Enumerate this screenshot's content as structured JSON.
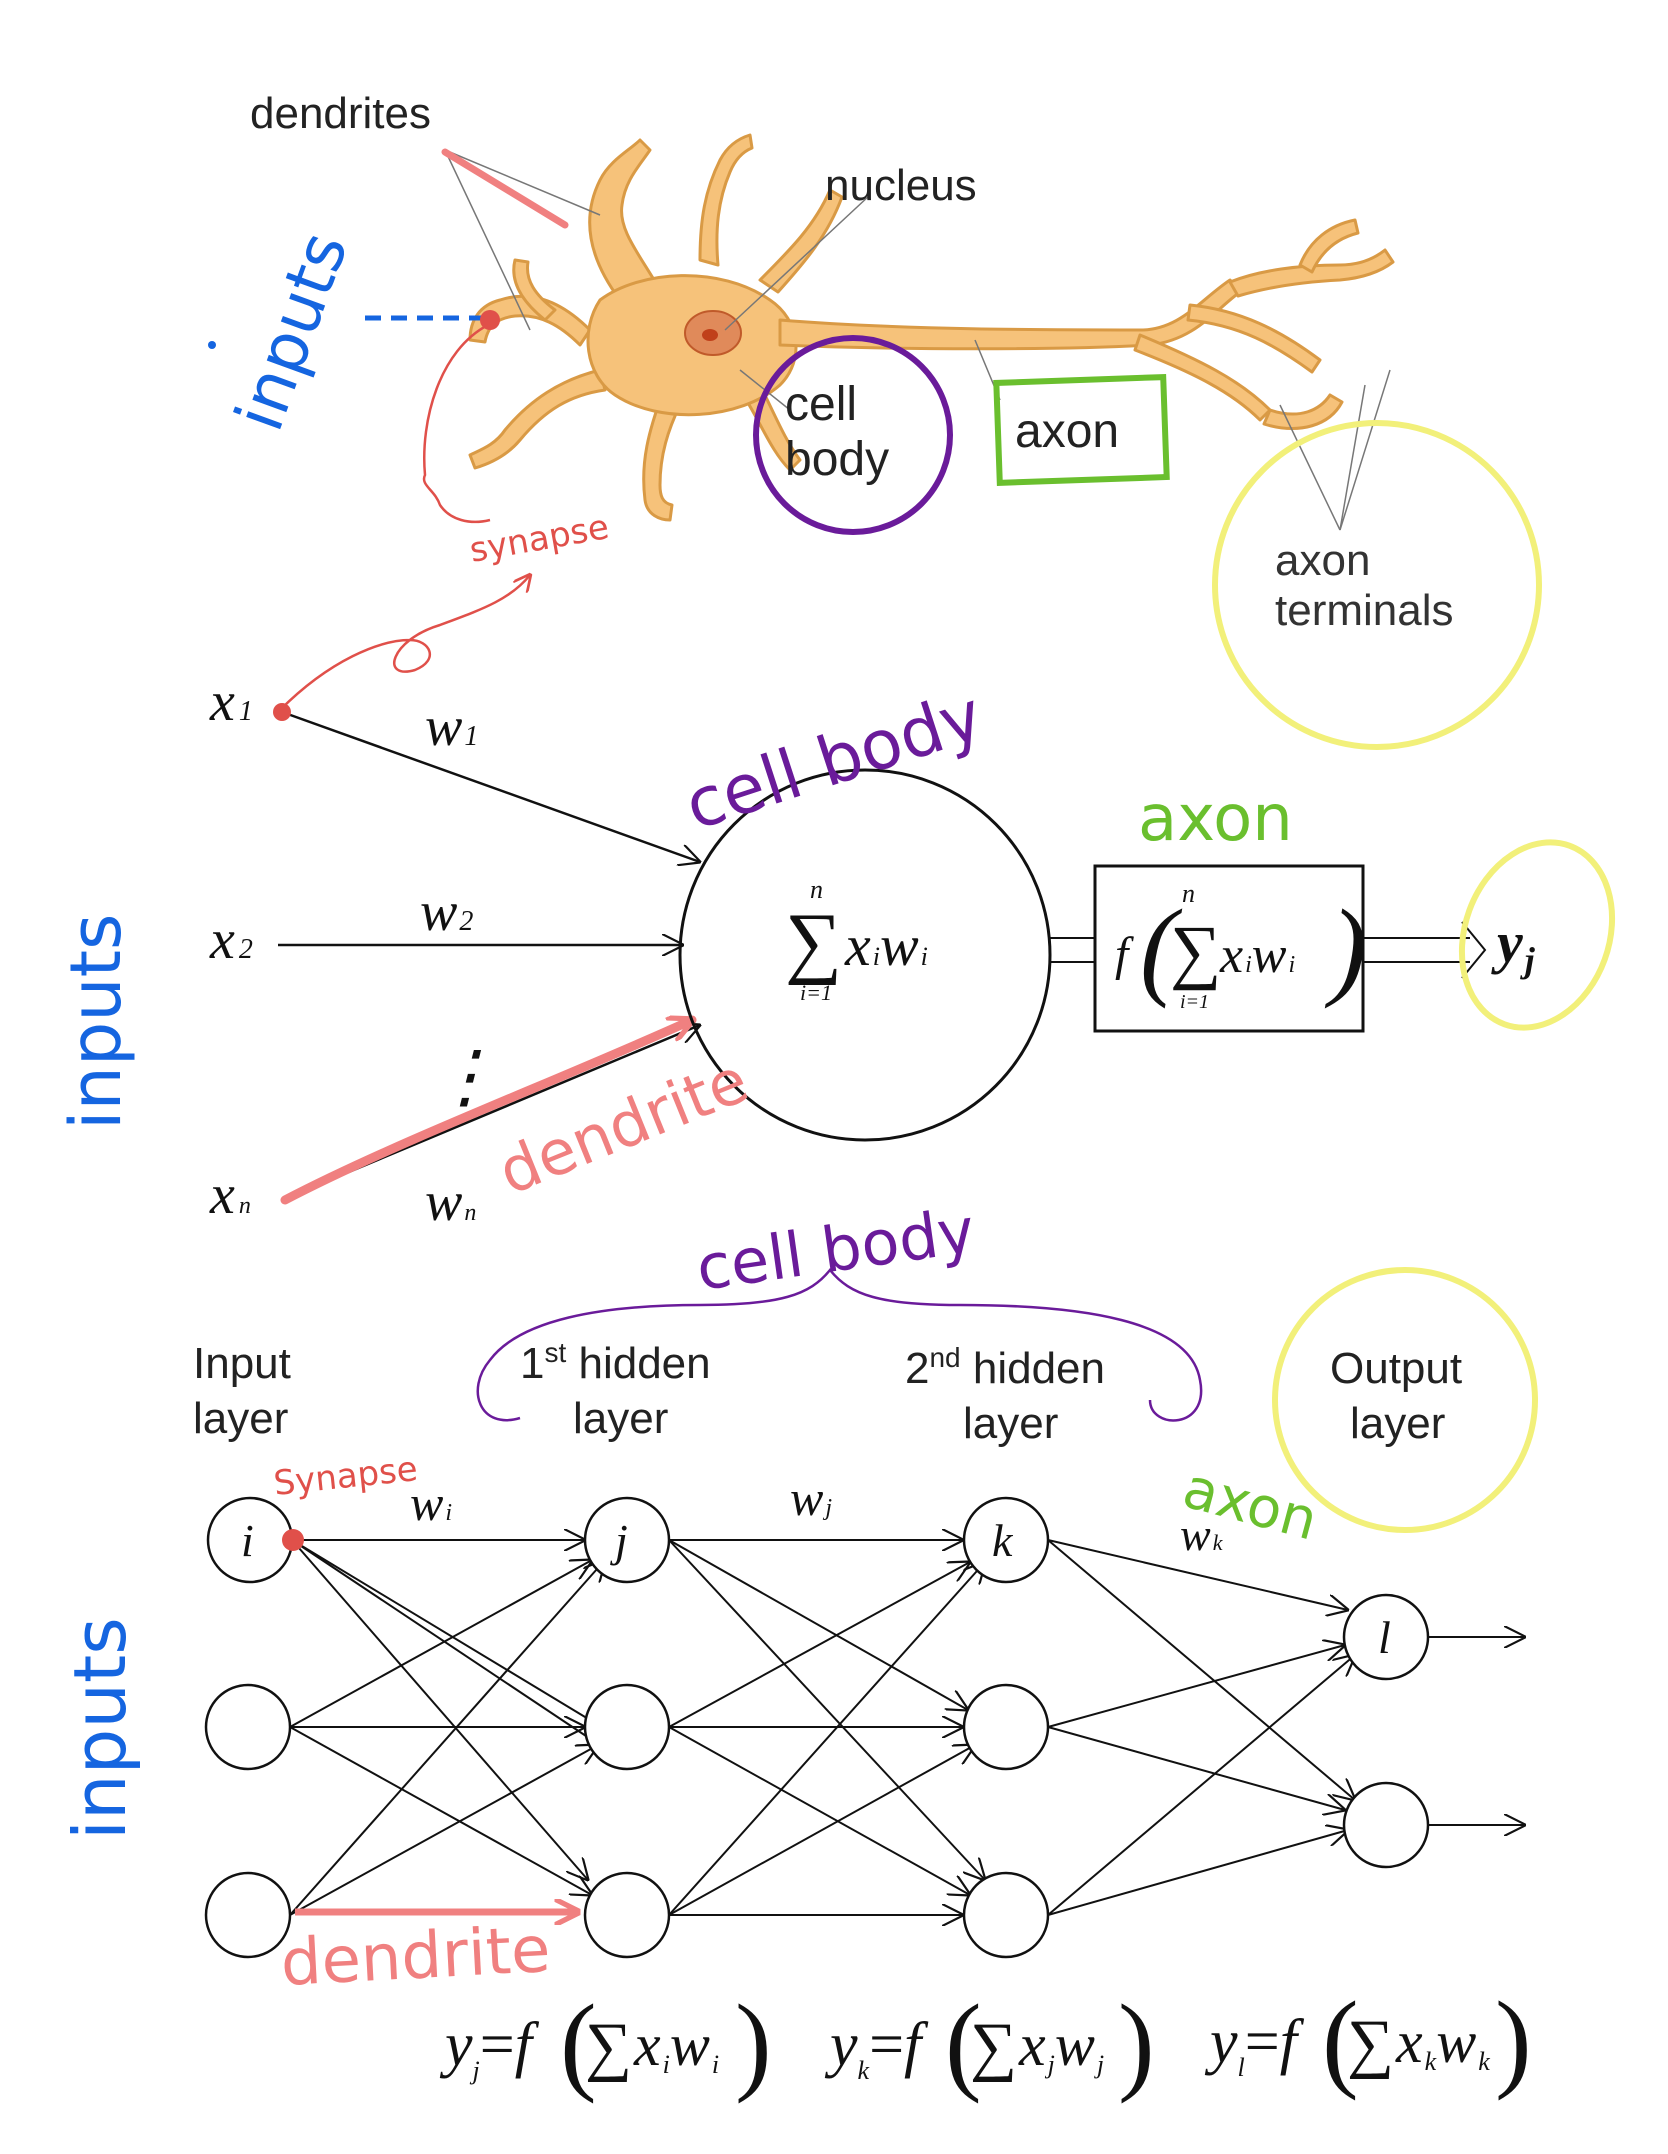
{
  "colors": {
    "ink": "#111111",
    "neuron_fill": "#f6c27a",
    "neuron_edge": "#d99a45",
    "inputs_blue": "#1565e0",
    "cell_body_purple": "#6a1b9a",
    "axon_green": "#6abf2e",
    "synapse_red": "#e0504a",
    "dendrite_pink": "#f08080",
    "terminal_yellow": "#f2f07a"
  },
  "neuron": {
    "dendrites": "dendrites",
    "nucleus": "nucleus",
    "cell_body_line1": "cell",
    "cell_body_line2": "body",
    "axon": "axon",
    "axon_terminals_line1": "axon",
    "axon_terminals_line2": "terminals",
    "inputs_note": "inputs",
    "synapse_note": "synapse"
  },
  "perceptron": {
    "x1": "x",
    "x1_sub": "1",
    "x2": "x",
    "x2_sub": "2",
    "xn": "x",
    "xn_sub": "n",
    "w1": "w",
    "w1_sub": "1",
    "w2": "w",
    "w2_sub": "2",
    "wn": "w",
    "wn_sub": "n",
    "vdots": "⋮",
    "sum_symbol": "∑",
    "sum_upper": "n",
    "sum_lower": "i=1",
    "sum_term": "x",
    "sum_term_sub": "i",
    "sum_weight": "w",
    "sum_weight_sub": "i",
    "activation_f": "f",
    "output": "y",
    "output_sub": "j",
    "inputs_note": "inputs",
    "cell_body_note": "cell body",
    "axon_note": "axon",
    "dendrite_note": "dendrite"
  },
  "network": {
    "input_layer_line1": "Input",
    "input_layer_line2": "layer",
    "hidden1_prefix": "1",
    "hidden1_sup": "st",
    "hidden1_suffix": " hidden",
    "hidden1_line2": "layer",
    "hidden2_prefix": "2",
    "hidden2_sup": "nd",
    "hidden2_suffix": " hidden",
    "hidden2_line2": "layer",
    "output_layer_line1": "Output",
    "output_layer_line2": "layer",
    "node_i": "i",
    "node_j": "j",
    "node_k": "k",
    "node_l": "l",
    "w_i": "w",
    "w_i_sub": "i",
    "w_j": "w",
    "w_j_sub": "j",
    "w_k": "w",
    "w_k_sub": "k",
    "inputs_note": "inputs",
    "synapse_note": "Synapse",
    "cell_body_note": "cell body",
    "axon_note": "axon",
    "dendrite_note": "dendrite",
    "formula_j": {
      "y": "y",
      "y_sub": "j",
      "eq": "=",
      "f": "f",
      "sigma": "∑",
      "x": "x",
      "x_sub": "i",
      "w": "w",
      "w_sub": "i"
    },
    "formula_k": {
      "y": "y",
      "y_sub": "k",
      "eq": "=",
      "f": "f",
      "sigma": "∑",
      "x": "x",
      "x_sub": "j",
      "w": "w",
      "w_sub": "j"
    },
    "formula_l": {
      "y": "y",
      "y_sub": "l",
      "eq": "=",
      "f": "f",
      "sigma": "∑",
      "x": "x",
      "x_sub": "k",
      "w": "w",
      "w_sub": "k"
    }
  }
}
